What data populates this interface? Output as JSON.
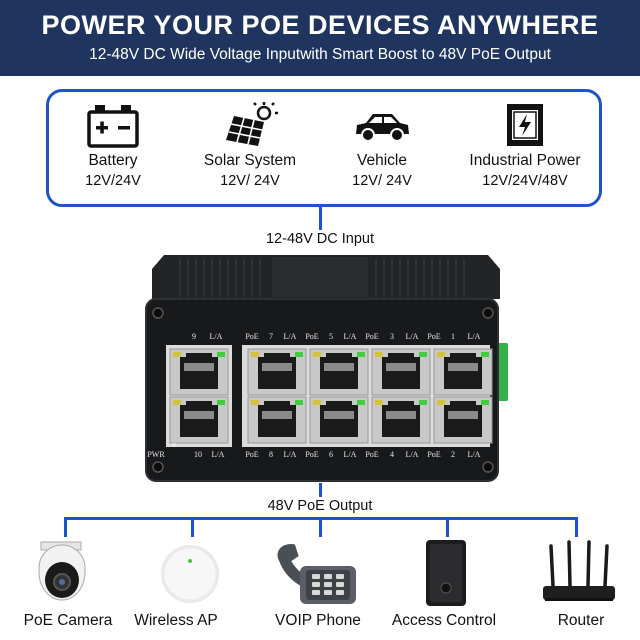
{
  "banner": {
    "title": "POWER YOUR POE DEVICES ANYWHERE",
    "subtitle": "12-48V DC Wide Voltage Inputwith Smart Boost to 48V PoE Output"
  },
  "sources": [
    {
      "name": "Battery",
      "voltage": "12V/24V",
      "icon": "battery-icon"
    },
    {
      "name": "Solar System",
      "voltage": "12V/ 24V",
      "icon": "solar-panel-icon"
    },
    {
      "name": "Vehicle",
      "voltage": "12V/ 24V",
      "icon": "car-icon"
    },
    {
      "name": "Industrial Power",
      "voltage": "12V/24V/48V",
      "icon": "power-supply-icon"
    }
  ],
  "input_label": "12-48V DC Input",
  "output_label": "48V PoE Output",
  "switch": {
    "top_labels": [
      "9",
      "L/A",
      "PoE",
      "7",
      "L/A",
      "PoE",
      "5",
      "L/A",
      "PoE",
      "3",
      "L/A",
      "PoE",
      "1",
      "L/A"
    ],
    "bottom_labels": [
      "PWR",
      "10",
      "L/A",
      "PoE",
      "8",
      "L/A",
      "PoE",
      "6",
      "L/A",
      "PoE",
      "4",
      "L/A",
      "PoE",
      "2",
      "L/A"
    ],
    "colors": {
      "body": "#18191b",
      "panel": "#dcdcdc",
      "led_green": "#3fcf3a",
      "led_yellow": "#d6c23a",
      "terminal": "#36b04a"
    }
  },
  "targets": [
    {
      "name": "PoE Camera",
      "icon": "dome-camera-icon"
    },
    {
      "name": "Wireless AP",
      "icon": "access-point-icon"
    },
    {
      "name": "VOIP Phone",
      "icon": "desk-phone-icon"
    },
    {
      "name": "Access Control",
      "icon": "access-control-icon"
    },
    {
      "name": "Router",
      "icon": "router-icon"
    }
  ],
  "colors": {
    "banner": "#1f3560",
    "accent": "#1d55c8"
  }
}
